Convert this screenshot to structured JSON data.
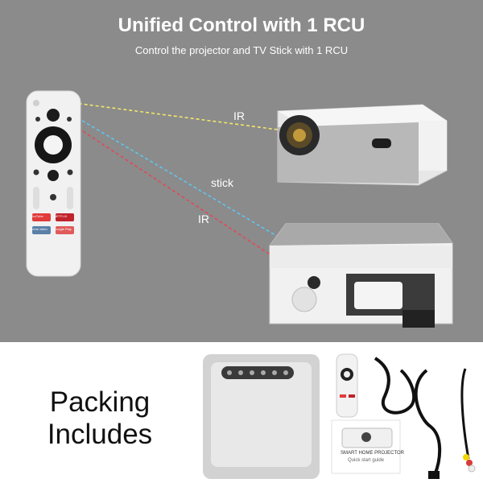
{
  "header": {
    "title": "Unified Control with 1 RCU",
    "subtitle": "Control the projector and TV Stick with 1 RCU"
  },
  "signals": {
    "ir_top": "IR",
    "stick": "stick",
    "ir_bottom": "IR"
  },
  "packing": {
    "line1": "Packing",
    "line2": "Includes"
  },
  "remote": {
    "youtube_label": "YouTube",
    "netflix_label": "NETFLIX",
    "prime_label": "prime video",
    "googleplay_label": "Google Play"
  },
  "manual": {
    "line1": "SMART HOME PROJECTOR",
    "line2": "Quick start guide"
  },
  "colors": {
    "background_top": "#8b8b8b",
    "ir_line_top": "#f2e66a",
    "stick_line": "#5fc4ee",
    "ir_line_bottom": "#e0495a"
  }
}
